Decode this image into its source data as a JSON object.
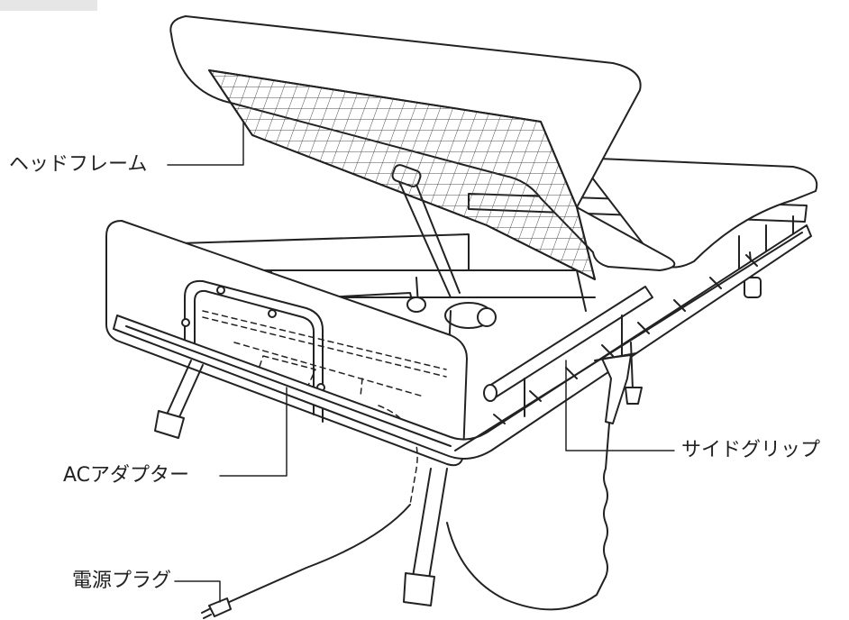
{
  "labels": {
    "head_frame": "ヘッドフレーム",
    "side_grip": "サイドグリップ",
    "ac_adapter": "ACアダプター",
    "power_plug": "電源プラグ"
  },
  "colors": {
    "line": "#222222",
    "fill": "#ffffff",
    "tab": "#e6e6e6"
  }
}
